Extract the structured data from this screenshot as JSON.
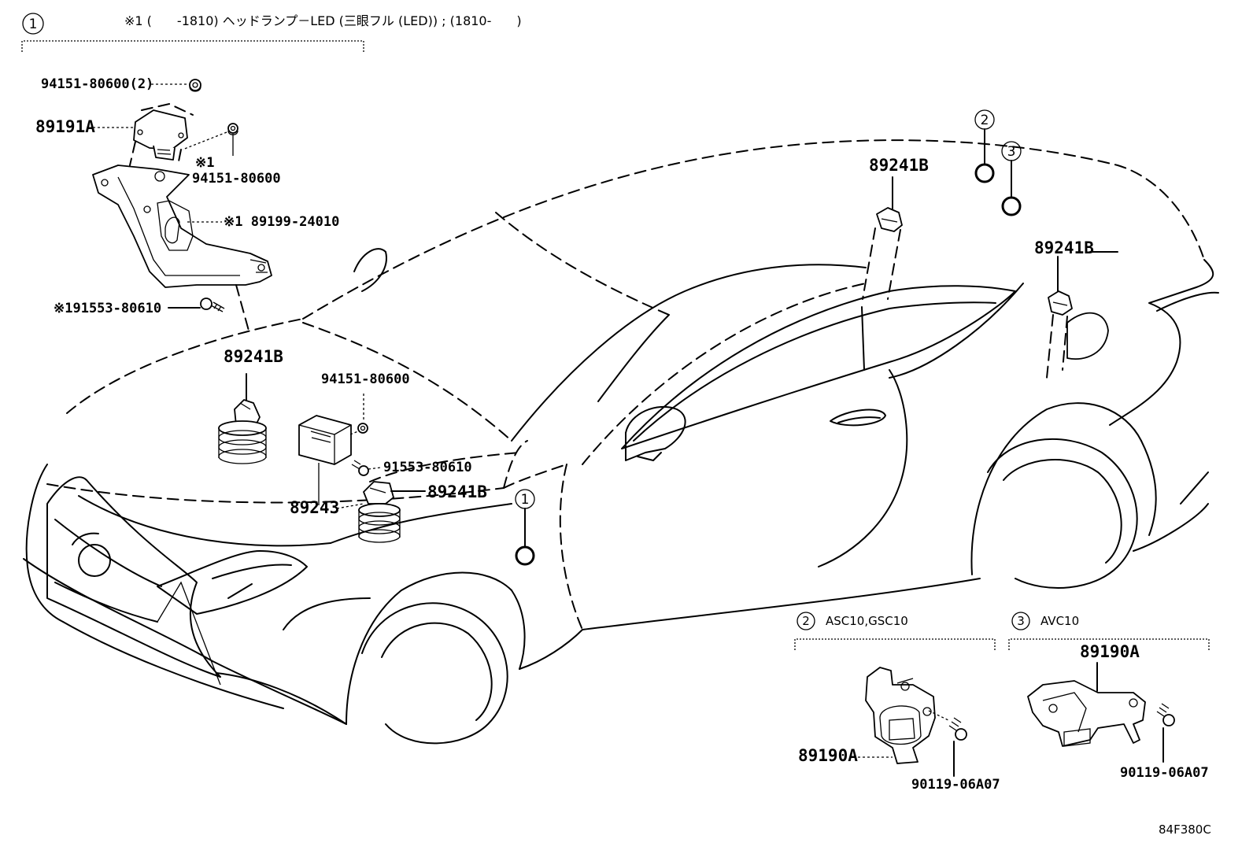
{
  "header": {
    "callout": "1",
    "note": "※1 (　　-1810) ヘッドランプ－LED (三眼フル (LED)) ; (1810-　　)"
  },
  "parts": {
    "p94151_80600_2": "94151-80600(2)",
    "p89191A": "89191A",
    "mark_x1": "※1",
    "p94151_80600_a": "94151-80600",
    "p89199_24010": "※1 89199-24010",
    "p91553_80610_x1": "※191553-80610",
    "p89241B_front": "89241B",
    "p94151_80600_b": "94151-80600",
    "p91553_80610": "91553-80610",
    "p89243": "89243",
    "p89241B_mid": "89241B",
    "p89241B_rear_top": "89241B",
    "p89241B_rear": "89241B",
    "p89190A_left": "89190A",
    "p90119_06A07_left": "90119-06A07",
    "p89190A_right": "89190A",
    "p90119_06A07_right": "90119-06A07"
  },
  "callouts": {
    "c1_body": "1",
    "c2_body": "2",
    "c3_body": "3"
  },
  "insets": {
    "inset2": {
      "callout": "2",
      "title": "ASC10,GSC10"
    },
    "inset3": {
      "callout": "3",
      "title": "AVC10"
    }
  },
  "reference_code": "84F380C"
}
